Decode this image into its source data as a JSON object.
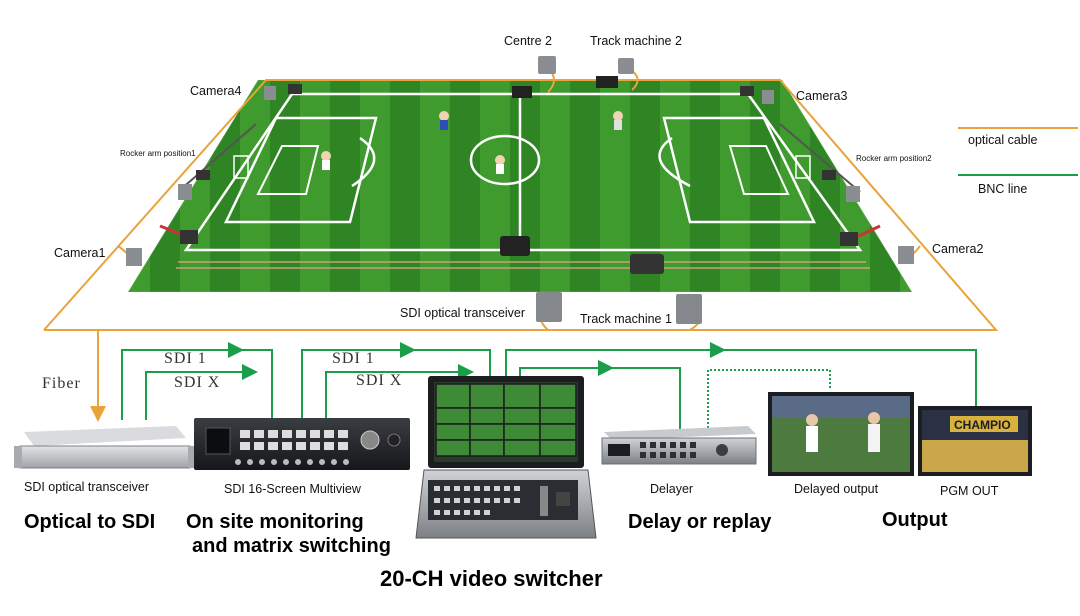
{
  "field_labels": {
    "centre2": "Centre 2",
    "track_machine_2": "Track machine 2",
    "camera4": "Camera4",
    "camera3": "Camera3",
    "rocker_arm_1": "Rocker arm position1",
    "rocker_arm_2": "Rocker arm position2",
    "camera1": "Camera1",
    "camera2": "Camera2",
    "sdi_optical_transceiver_field": "SDI optical transceiver",
    "track_machine_1": "Track machine 1"
  },
  "legend": {
    "optical": "optical cable",
    "bnc": "BNC line",
    "optical_color": "#E8A33A",
    "bnc_color": "#1A9E4A"
  },
  "signal_labels": {
    "fiber": "Fiber",
    "sdi1_a": "SDI 1",
    "sdix_a": "SDI X",
    "sdi1_b": "SDI 1",
    "sdix_b": "SDI X"
  },
  "devices": {
    "optical_transceiver": "SDI optical transceiver",
    "multiview": "SDI 16-Screen Multiview",
    "delayer": "Delayer",
    "delayed_output": "Delayed output",
    "pgm_out": "PGM OUT"
  },
  "screen_texts": {
    "champions": "CHAMPIO"
  },
  "sections": {
    "optical_to_sdi": "Optical to SDI",
    "monitoring_line1": "On site monitoring",
    "monitoring_line2": "and matrix switching",
    "switcher": "20-CH video switcher",
    "delay": "Delay or replay",
    "output": "Output"
  }
}
